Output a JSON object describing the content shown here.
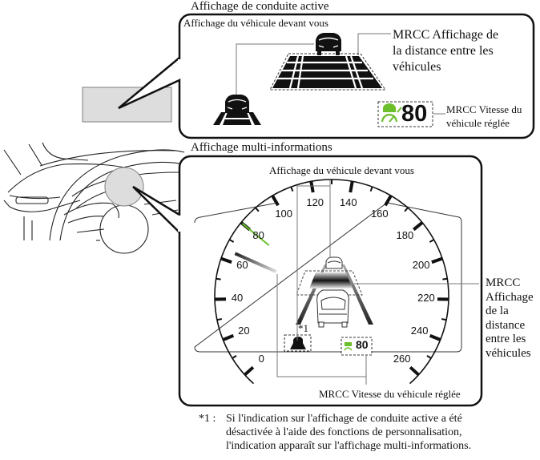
{
  "top_box": {
    "title": "Affichage de conduite active",
    "vehicle_ahead_label": "Affichage du véhicule devant vous",
    "distance_label": [
      "MRCC Affichage de",
      "la distance entre les",
      "véhicules"
    ],
    "set_speed_label": [
      "MRCC Vitesse du",
      "véhicule réglée"
    ],
    "set_speed_value": "80",
    "icon_color": "#6abf2a"
  },
  "bottom_box": {
    "title": "Affichage multi-informations",
    "vehicle_ahead_label": "Affichage du véhicule devant vous",
    "distance_label": [
      "MRCC",
      "Affichage",
      "de la",
      "distance",
      "entre les",
      "véhicules"
    ],
    "set_speed_label": "MRCC Vitesse du véhicule réglée",
    "set_speed_value": "80",
    "footnote_marker": "*1",
    "speedometer_ticks": [
      "0",
      "20",
      "40",
      "60",
      "80",
      "100",
      "120",
      "140",
      "160",
      "180",
      "200",
      "220",
      "240",
      "260"
    ],
    "needle_color": "#6abf2a"
  },
  "footnote": {
    "marker": "*1 :",
    "lines": [
      "Si l'indication sur l'affichage de conduite active a été",
      "désactivée à l'aide des fonctions de personnalisation,",
      "l'indication apparaît sur l'affichage multi-informations."
    ]
  }
}
